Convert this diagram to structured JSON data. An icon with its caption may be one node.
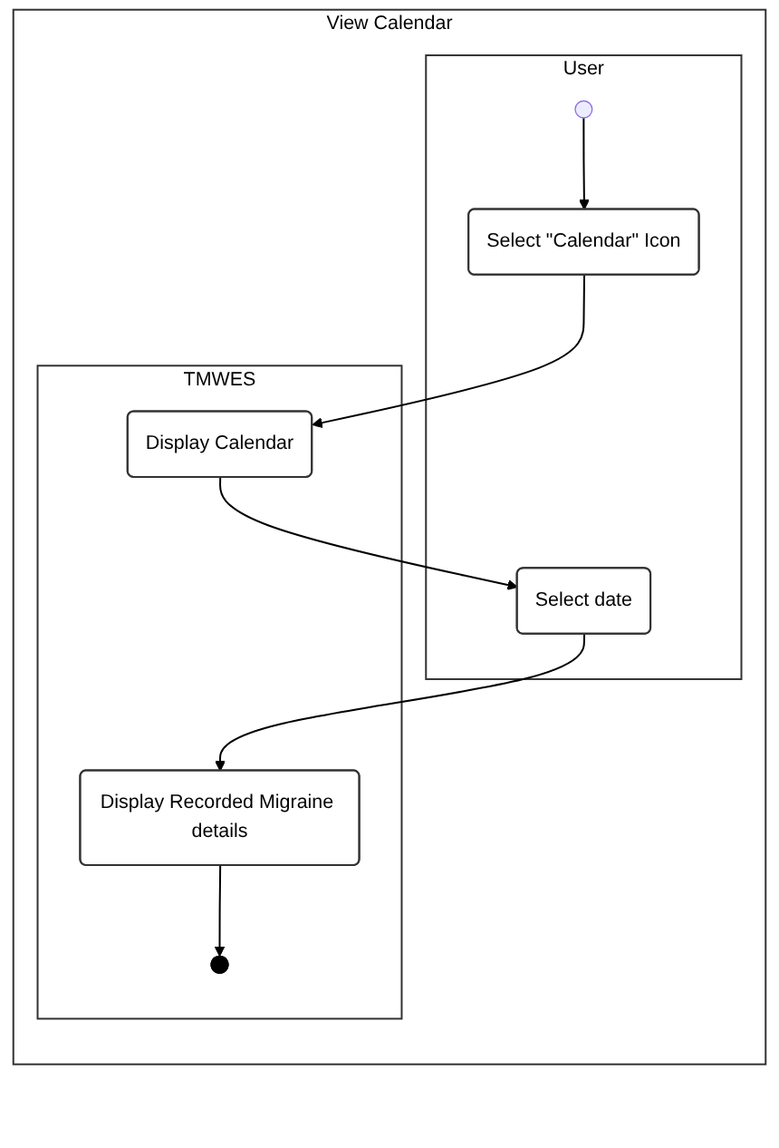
{
  "diagram": {
    "nodes": [
      {
        "text": [
          "View Calendar"
        ]
      },
      {
        "text": [
          "User"
        ],
        "in": 0
      },
      {
        "text": [
          "TMWES"
        ],
        "in": 0
      },
      {
        "text": [],
        "shape": "circle",
        "in": 1
      },
      {
        "text": [
          "Select \"Calendar\" Icon"
        ],
        "in": 1
      },
      {
        "text": [
          "Display Calendar"
        ],
        "in": 2
      },
      {
        "text": [
          "Select date"
        ],
        "in": 1
      },
      {
        "text": [
          "Display Recorded Migraine details"
        ],
        "in": 2
      },
      {
        "text": [],
        "shape": "circle",
        "in": 2
      }
    ],
    "edges": [
      {
        "from": 3,
        "to": 4,
        "arrow": "to"
      },
      {
        "from": 4,
        "to": 5,
        "arrow": "to"
      },
      {
        "from": 5,
        "to": 6,
        "arrow": "to"
      },
      {
        "from": 6,
        "to": 7,
        "arrow": "to"
      },
      {
        "from": 7,
        "to": 8,
        "arrow": "to"
      }
    ]
  }
}
